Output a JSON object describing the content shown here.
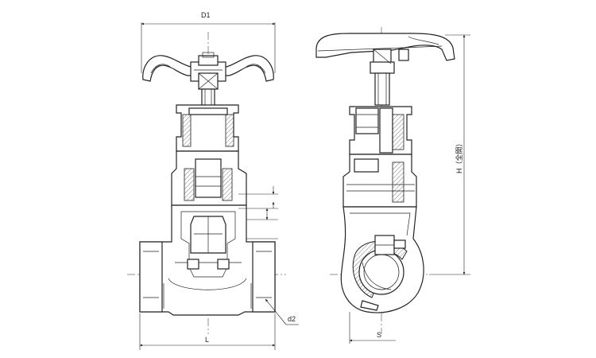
{
  "drawing": {
    "labels": {
      "d1": "D1",
      "l": "L",
      "d2": "d2",
      "s": "S",
      "h": "H（全開）"
    }
  }
}
